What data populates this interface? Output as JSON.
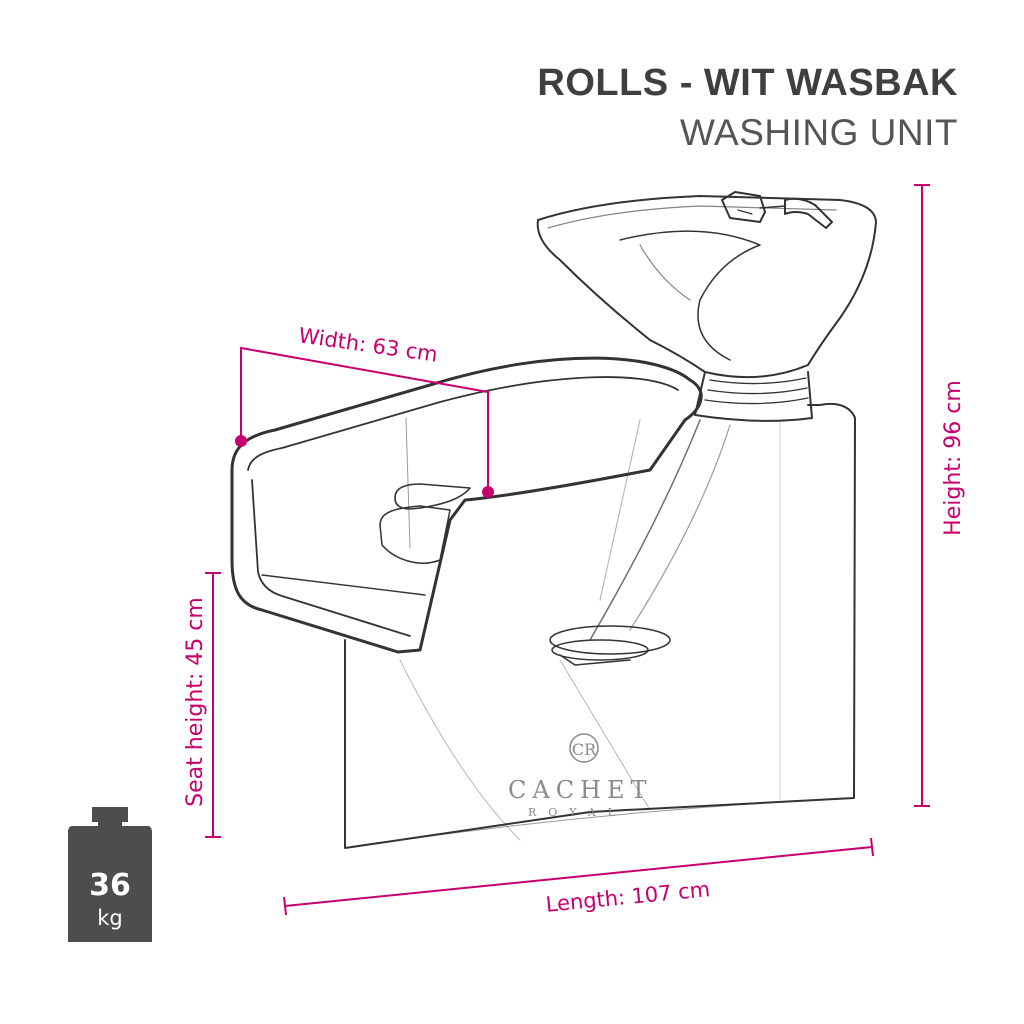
{
  "header": {
    "title": "ROLLS - WIT WASBAK",
    "subtitle": "WASHING UNIT"
  },
  "dimensions": {
    "width": "Width: 63 cm",
    "height": "Height: 96 cm",
    "seat_height": "Seat height: 45 cm",
    "length": "Length: 107 cm"
  },
  "weight": {
    "value": "36",
    "unit": "kg"
  },
  "brand": {
    "monogram": "CR",
    "name": "CACHET",
    "sub": "ROYAL"
  },
  "colors": {
    "accent": "#c8006e",
    "text_dark": "#3f3f3f",
    "weight_icon": "#4d4d4d",
    "sketch": "#333333"
  }
}
